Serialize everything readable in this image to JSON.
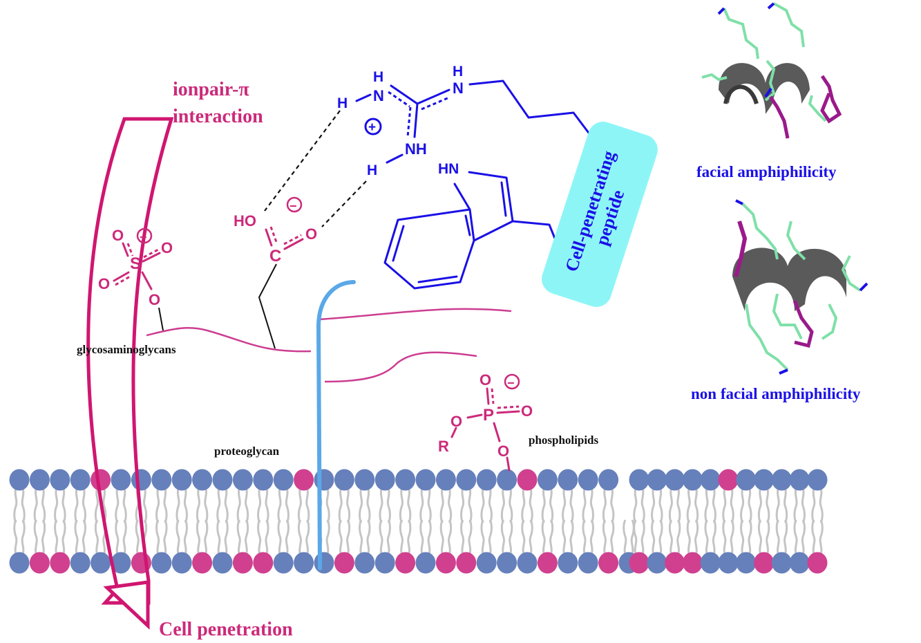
{
  "figure": {
    "title_labels": {
      "ionpair_line1": "ionpair-π",
      "ionpair_line2": "interaction",
      "cell_penetration": "Cell penetration",
      "facial": "facial amphiphilicity",
      "non_facial": "non facial amphiphilicity",
      "glycosaminoglycans": "glycosaminoglycans",
      "proteoglycan": "proteoglycan",
      "phospholipids": "phospholipids",
      "cpp_line1": "Cell-penetrating",
      "cpp_line2": "peptide"
    },
    "guanidinium": {
      "atoms": {
        "h_top": "H",
        "n_top": "N",
        "h_left": "H",
        "h_right_top": "H",
        "n_right": "N",
        "nh_bottom": "NH",
        "h_bottom": "H",
        "charge": "+"
      }
    },
    "indole": {
      "atoms": {
        "hn": "HN"
      }
    },
    "carboxylate": {
      "atoms": {
        "ho": "HO",
        "c": "C",
        "o": "O",
        "charge": "−"
      }
    },
    "sulfate": {
      "atoms": {
        "o_top": "O",
        "o_right": "O",
        "s": "S",
        "o_left": "O",
        "o_bottom": "O",
        "charge": "−"
      }
    },
    "phosphate": {
      "atoms": {
        "o_top": "O",
        "o_right": "O",
        "p": "P",
        "o_left": "O",
        "r": "R",
        "o_bottom": "O",
        "charge": "−"
      }
    },
    "membrane": {
      "colors": {
        "neutral_head": "#6680bb",
        "anionic_head": "#d0408f",
        "tail": "#c4c4c4"
      },
      "top_leaflet": [
        "B",
        "B",
        "B",
        "B",
        "P",
        "B",
        "B",
        "B",
        "B",
        "B",
        "B",
        "B",
        "B",
        "B",
        "P",
        "B",
        "B",
        "B",
        "B",
        "B",
        "B",
        "B",
        "B",
        "B",
        "B",
        "P",
        "B",
        "B",
        "B",
        "B",
        "B",
        "B",
        "B",
        "B",
        "B",
        "P",
        "B",
        "B",
        "B",
        "B",
        "B"
      ],
      "bottom_leaflet": [
        "B",
        "P",
        "P",
        "B",
        "B",
        "B",
        "P",
        "B",
        "B",
        "P",
        "B",
        "P",
        "P",
        "B",
        "B",
        "B",
        "P",
        "B",
        "B",
        "P",
        "B",
        "P",
        "P",
        "B",
        "B",
        "B",
        "P",
        "B",
        "B",
        "P",
        "B",
        "P",
        "B",
        "P",
        "P",
        "B",
        "B",
        "B",
        "P",
        "B",
        "B",
        "P"
      ]
    },
    "colors": {
      "pink": "#cc2a7a",
      "blue": "#1a10e6",
      "cpp_box": "#8ef5f7",
      "core_protein": "#5aa8e8",
      "helix": "#5a5a5a",
      "side_chain_green": "#7fe0a8",
      "side_chain_purple": "#9a1a8a"
    }
  }
}
